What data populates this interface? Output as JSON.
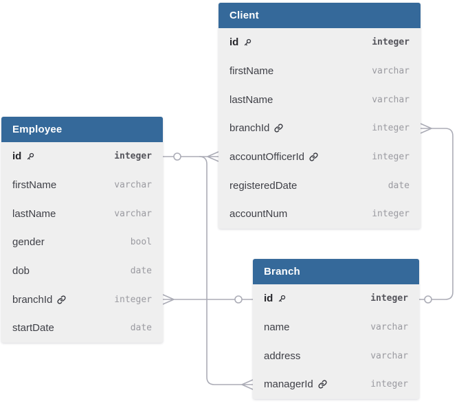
{
  "diagram": {
    "tables": [
      {
        "name": "Employee",
        "fields": [
          {
            "name": "id",
            "type": "integer",
            "key": true,
            "icon": "key-icon"
          },
          {
            "name": "firstName",
            "type": "varchar"
          },
          {
            "name": "lastName",
            "type": "varchar"
          },
          {
            "name": "gender",
            "type": "bool"
          },
          {
            "name": "dob",
            "type": "date"
          },
          {
            "name": "branchId",
            "type": "integer",
            "ref": true,
            "icon": "link-icon"
          },
          {
            "name": "startDate",
            "type": "date"
          }
        ]
      },
      {
        "name": "Client",
        "fields": [
          {
            "name": "id",
            "type": "integer",
            "key": true,
            "icon": "key-icon"
          },
          {
            "name": "firstName",
            "type": "varchar"
          },
          {
            "name": "lastName",
            "type": "varchar"
          },
          {
            "name": "branchId",
            "type": "integer",
            "ref": true,
            "icon": "link-icon"
          },
          {
            "name": "accountOfficerId",
            "type": "integer",
            "ref": true,
            "icon": "link-icon"
          },
          {
            "name": "registeredDate",
            "type": "date"
          },
          {
            "name": "accountNum",
            "type": "integer"
          }
        ]
      },
      {
        "name": "Branch",
        "fields": [
          {
            "name": "id",
            "type": "integer",
            "key": true,
            "icon": "key-icon"
          },
          {
            "name": "name",
            "type": "varchar"
          },
          {
            "name": "address",
            "type": "varchar"
          },
          {
            "name": "managerId",
            "type": "integer",
            "ref": true,
            "icon": "link-icon"
          }
        ]
      }
    ],
    "relationships": [
      {
        "from": "Employee.id",
        "to": "Client.accountOfficerId",
        "from_end": "one",
        "to_end": "many"
      },
      {
        "from": "Employee.id",
        "to": "Branch.managerId",
        "from_end": "one",
        "to_end": "many"
      },
      {
        "from": "Branch.id",
        "to": "Employee.branchId",
        "from_end": "one",
        "to_end": "many"
      },
      {
        "from": "Branch.id",
        "to": "Client.branchId",
        "from_end": "one",
        "to_end": "many"
      }
    ],
    "colors": {
      "header": "#35699a",
      "body": "#efefef",
      "line": "#abacb6",
      "field_name": "#3e3f46",
      "field_type": "#9a9aa0",
      "pk_text": "#26262b",
      "pk_type": "#53535a",
      "title_text": "#ffffff"
    }
  }
}
